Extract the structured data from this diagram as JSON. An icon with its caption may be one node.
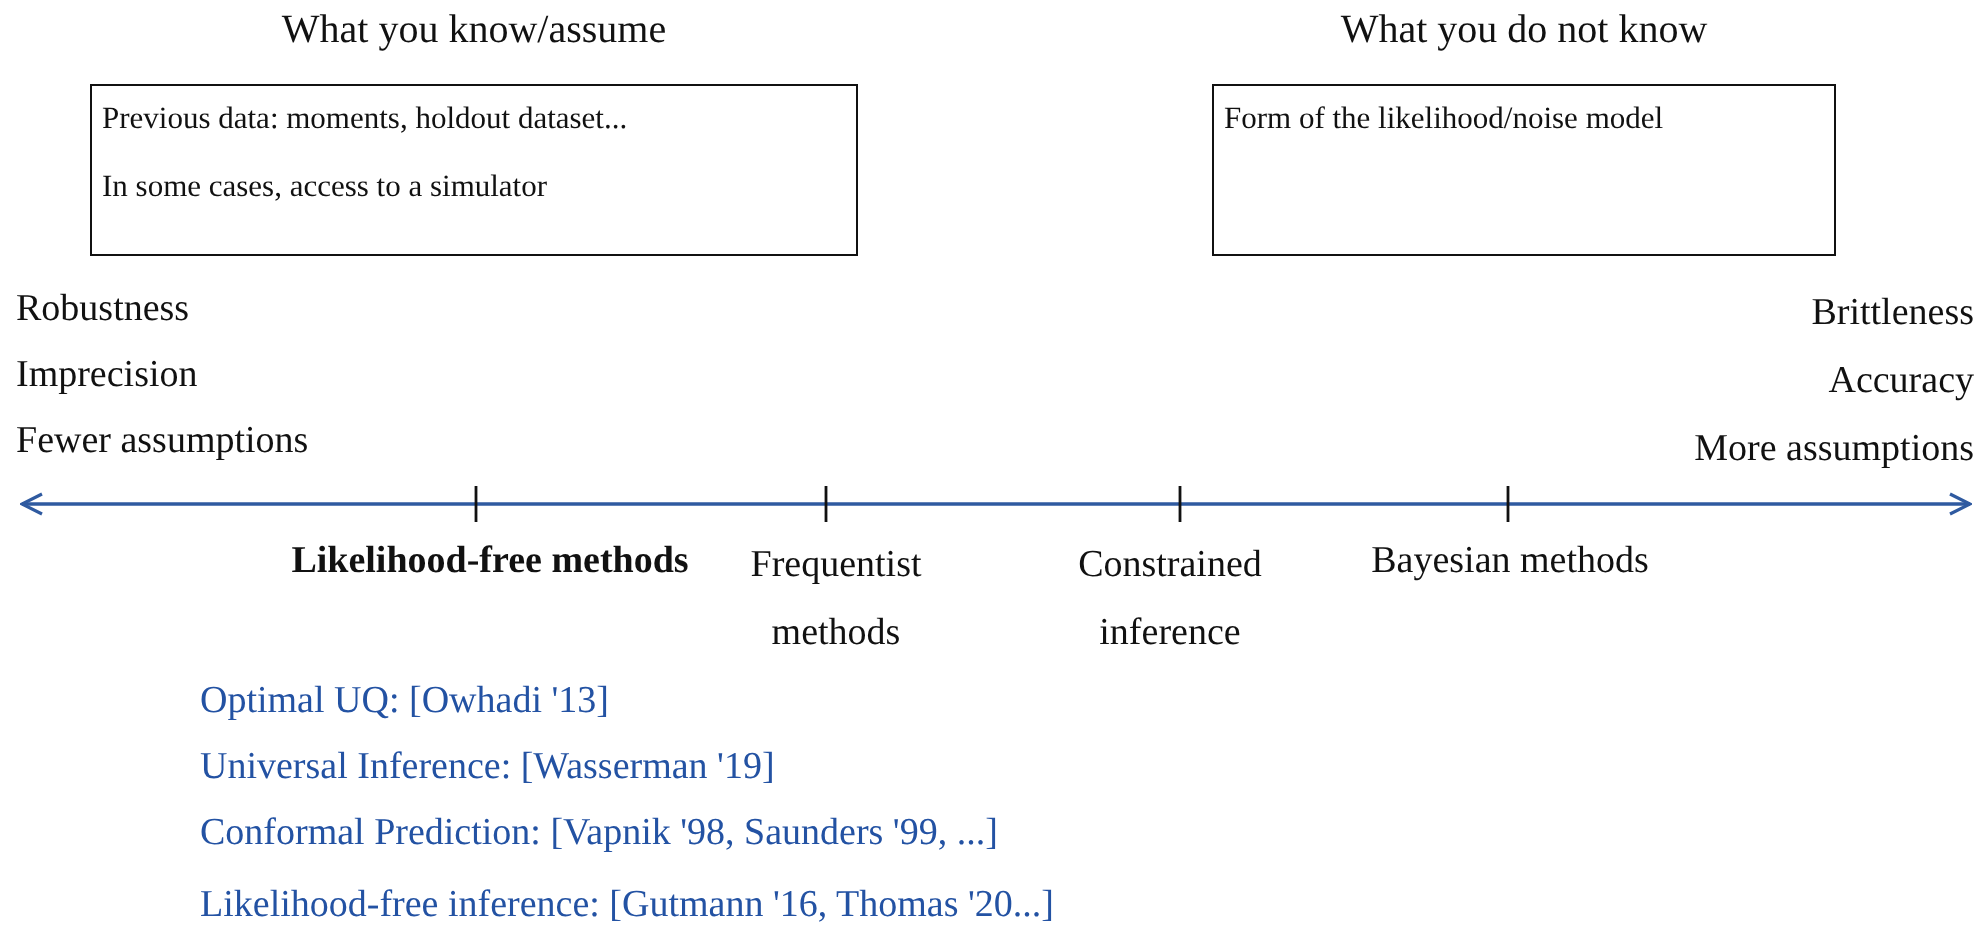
{
  "diagram": {
    "nodes": [
      {
        "text": [
          "What you know/assume",
          "Previous data: moments, holdout dataset...",
          "In some cases, access to a simulator"
        ]
      },
      {
        "text": [
          "What you do not know",
          "Form of the likelihood/noise model"
        ]
      }
    ],
    "labels": [
      "Robustness",
      "Imprecision",
      "Fewer assumptions",
      "Brittleness",
      "Accuracy",
      "More assumptions",
      "Likelihood-free methods",
      "Frequentist methods",
      "Constrained inference",
      "Bayesian methods",
      "Optimal UQ: [Owhadi '13]",
      "Universal Inference: [Wasserman '19]",
      "Conformal Prediction: [Vapnik '98, Saunders '99, ...]",
      "Likelihood-free inference: [Gutmann '16, Thomas '20...]"
    ]
  }
}
